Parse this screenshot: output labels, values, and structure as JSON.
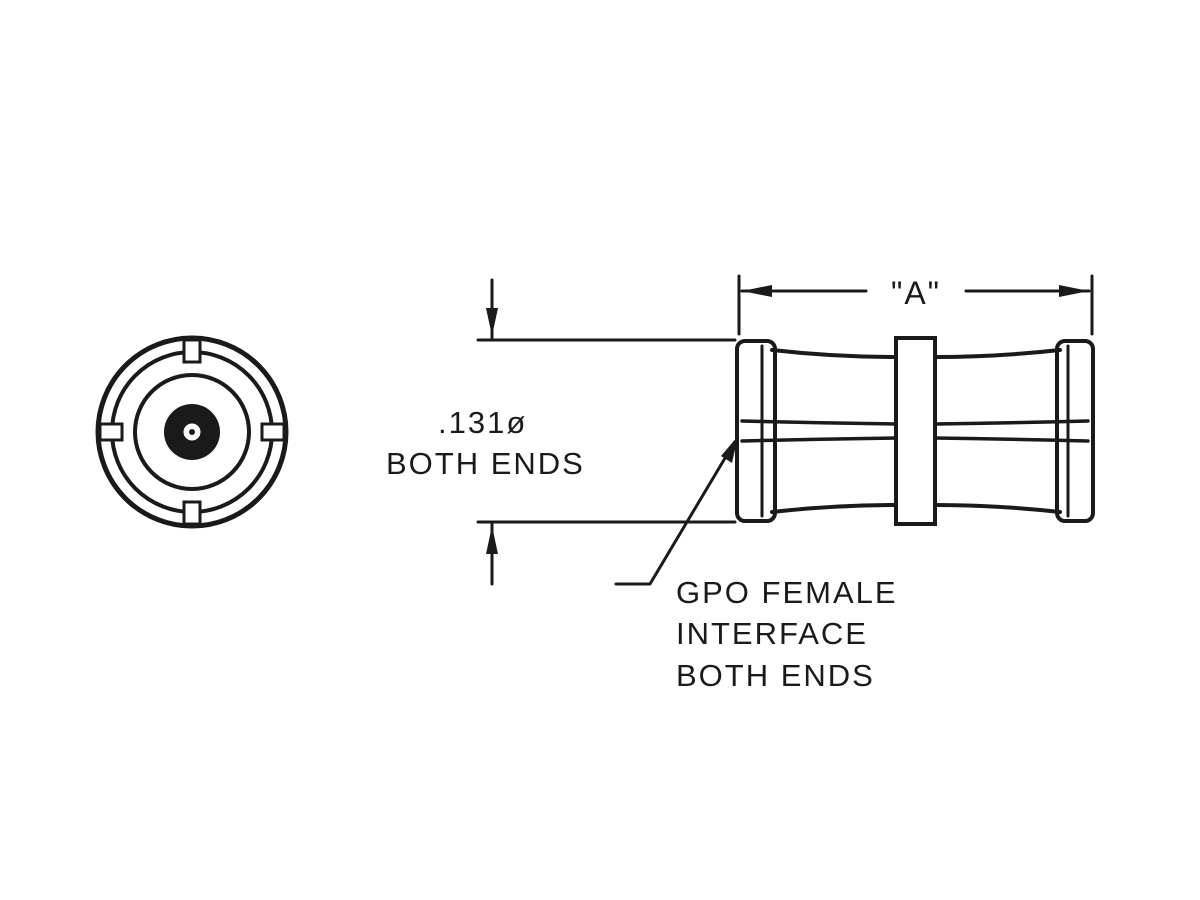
{
  "dimensions": {
    "length_label": "\"A\"",
    "diameter_value": ".131ø",
    "diameter_note": "BOTH ENDS"
  },
  "callout": {
    "line1": "GPO FEMALE",
    "line2": "INTERFACE",
    "line3": "BOTH ENDS"
  },
  "colors": {
    "ink": "#1a1a1a",
    "background": "#ffffff"
  }
}
